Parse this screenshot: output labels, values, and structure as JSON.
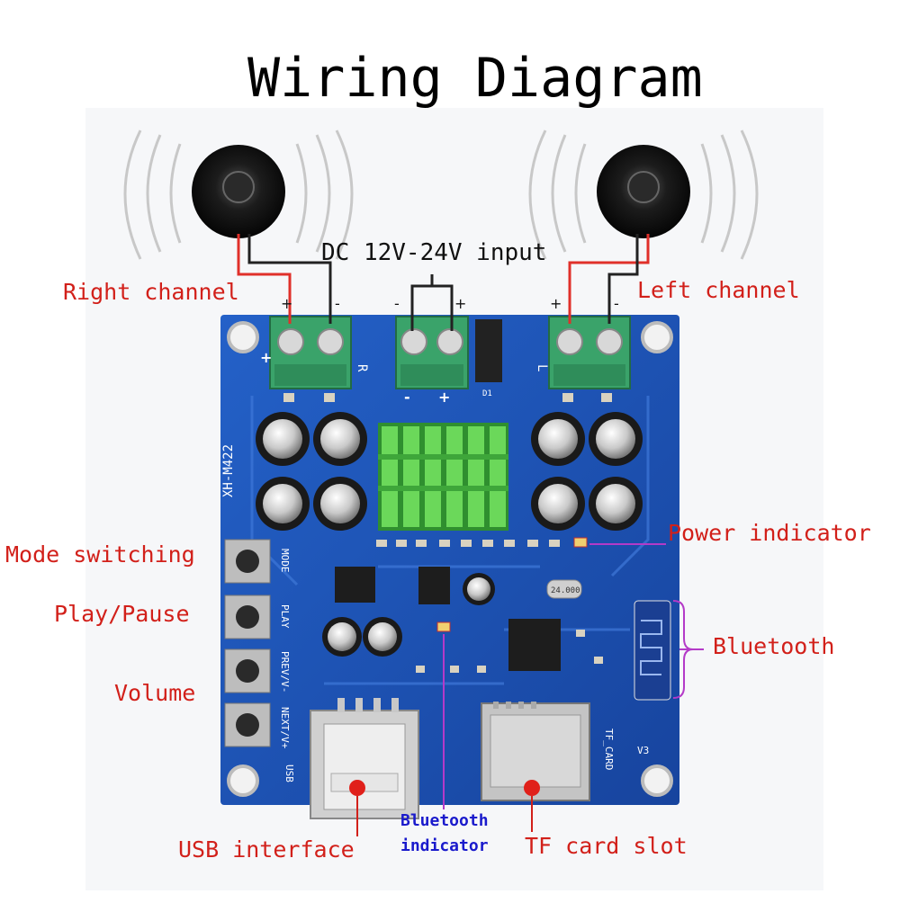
{
  "title": "Wiring Diagram",
  "labels": {
    "dc_input": "DC 12V-24V input",
    "right_channel": "Right channel",
    "left_channel": "Left channel",
    "power_indicator": "Power indicator",
    "mode_switching": "Mode switching",
    "play_pause": "Play/Pause",
    "volume": "Volume",
    "bluetooth": "Bluetooth",
    "usb_interface": "USB interface",
    "bluetooth_indicator_line1": "Bluetooth",
    "bluetooth_indicator_line2": "indicator",
    "tf_card_slot": "TF card slot"
  },
  "board": {
    "model": "XH-M422",
    "silk_mode": "MODE",
    "silk_play": "PLAY",
    "silk_prev": "PREV/V-",
    "silk_next": "NEXT/V+",
    "silk_usb": "USB",
    "silk_tf": "TF_CARD",
    "silk_r": "R",
    "silk_l": "L",
    "silk_v3": "V3",
    "silk_d1": "D1",
    "crystal": "24.000"
  },
  "polarity": {
    "plus": "+",
    "minus": "-"
  },
  "colors": {
    "pcb": "#1c4fb4",
    "terminal": "#3aa36a",
    "heatsink": "#4cc24a",
    "label_red": "#d2201a",
    "label_blue": "#1a1acc",
    "wire_red": "#e0302a"
  }
}
